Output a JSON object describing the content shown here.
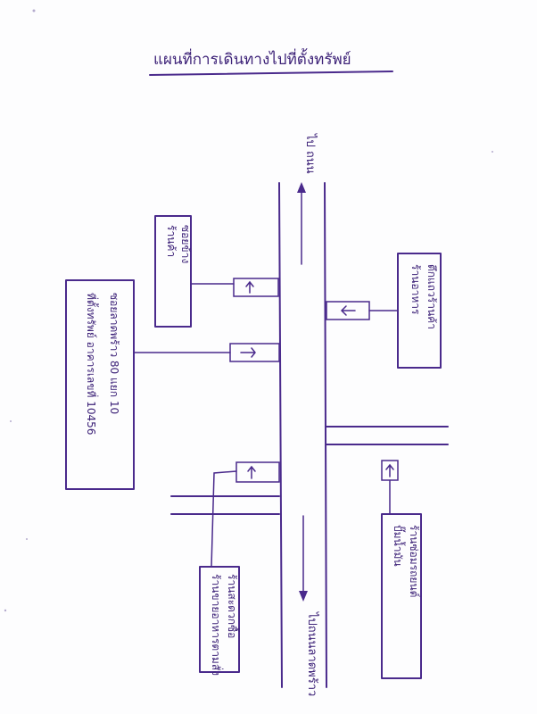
{
  "title": "แผนที่การเดินทางไปที่ตั้งทรัพย์",
  "road_direction_top": "ไป ถนน",
  "road_direction_bottom": "ไปถนนลาดพร้าว",
  "labels": {
    "top_left_box": [
      "ร้านค้า",
      "ซอยข้าง"
    ],
    "right_top_box": [
      "ร้านอาหาร",
      "ตึกแถวร้านค้า"
    ],
    "left_long_box": [
      "ที่ตั้งทรัพย์ อาคารเลขที่ 10456",
      "ซอยลาดพร้าว 80 แยก 10"
    ],
    "left_bottom_box": [
      "ร้านขายอาหารตามสั่ง",
      "ร้านสะดวกซื้อ"
    ],
    "right_bottom_box": [
      "ปั๊มน้ำมัน",
      "ร้านซ่อมรถยนต์"
    ]
  },
  "ink_color": "#4a2a8c"
}
